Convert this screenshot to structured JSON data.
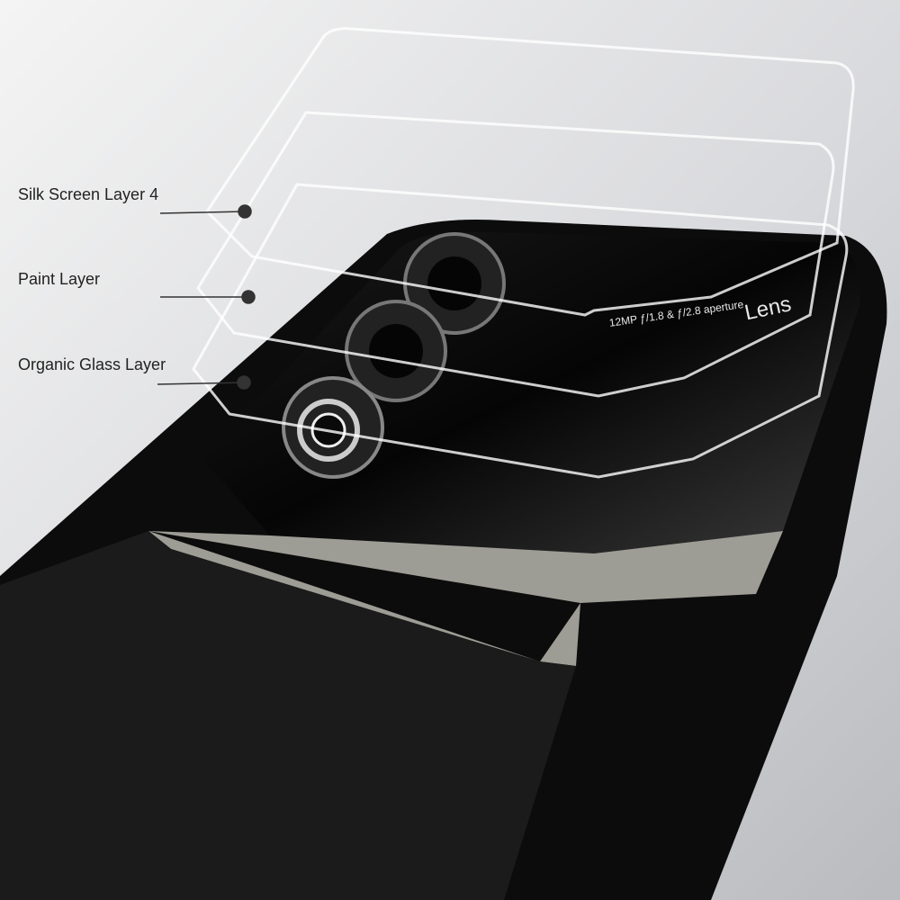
{
  "callouts": [
    {
      "label": "Silk Screen Layer 4"
    },
    {
      "label": "Paint Layer"
    },
    {
      "label": "Organic Glass Layer"
    }
  ],
  "phone_print": {
    "title": "Lens",
    "spec": "12MP ƒ/1.8 & ƒ/2.8 aperture"
  },
  "colors": {
    "case": "#0c0c0c",
    "leather_band": "#9d9c95",
    "background": "#d8d9dc"
  }
}
